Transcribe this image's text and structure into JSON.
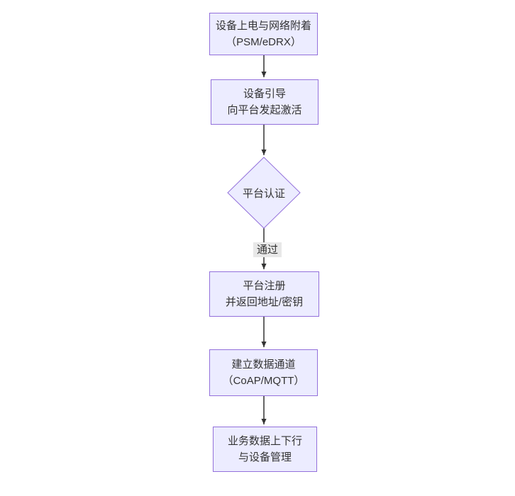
{
  "diagram": {
    "type": "flowchart",
    "direction": "top-down",
    "nodes": [
      {
        "shape": "rect",
        "lines": [
          "设备上电与网络附着",
          "（PSM/eDRX）"
        ]
      },
      {
        "shape": "rect",
        "lines": [
          "设备引导",
          "向平台发起激活"
        ]
      },
      {
        "shape": "diamond",
        "lines": [
          "平台认证"
        ]
      },
      {
        "shape": "rect",
        "lines": [
          "平台注册",
          "并返回地址/密钥"
        ]
      },
      {
        "shape": "rect",
        "lines": [
          "建立数据通道",
          "（CoAP/MQTT）"
        ]
      },
      {
        "shape": "rect",
        "lines": [
          "业务数据上下行",
          "与设备管理"
        ]
      }
    ],
    "edges": [
      {
        "from": 0,
        "to": 1,
        "label": ""
      },
      {
        "from": 1,
        "to": 2,
        "label": ""
      },
      {
        "from": 2,
        "to": 3,
        "label": "通过"
      },
      {
        "from": 3,
        "to": 4,
        "label": ""
      },
      {
        "from": 4,
        "to": 5,
        "label": ""
      }
    ],
    "colors": {
      "background": "#ffffff",
      "node_fill": "#ECECFF",
      "node_border": "#9370DB",
      "text": "#333333",
      "edge_line": "#333333",
      "edge_label_bg": "#e8e8e8"
    }
  }
}
